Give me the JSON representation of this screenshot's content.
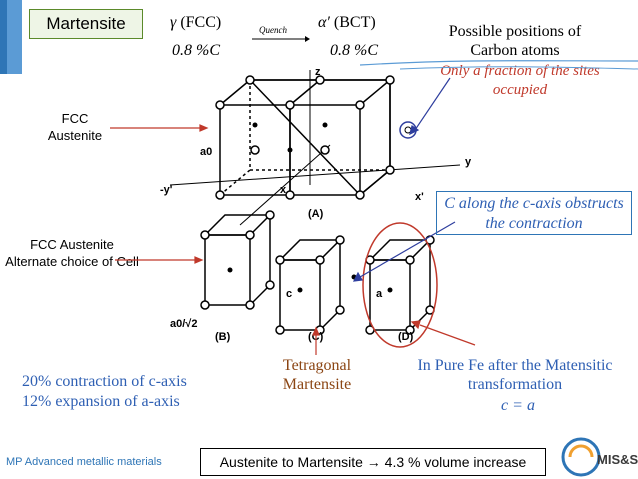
{
  "slide": {
    "title": "Martensite",
    "equation": {
      "gamma": "γ",
      "left_phase": "(FCC)",
      "arrow_label": "Quench",
      "alpha": "α′",
      "right_phase": "(BCT)",
      "left_carbon": "0.8 %C",
      "right_carbon": "0.8 %C"
    },
    "possible_positions": "Possible positions of Carbon atoms",
    "fraction_note": "Only a fraction of the sites occupied",
    "label_fcc": "FCC Austenite",
    "label_fcc_alt": "FCC Austenite Alternate choice of Cell",
    "c_axis_note": "C along the c-axis obstructs the contraction",
    "tetragonal": "Tetragonal Martensite",
    "pure_fe": "In Pure Fe after the Matensitic transformation",
    "c_eq_a": "c = a",
    "contraction": "20% contraction of c-axis",
    "expansion": "12% expansion of a-axis",
    "footer_course": "MP Advanced metallic materials",
    "footer_summary": "Austenite to Martensite → 4.3 % volume increase",
    "logo": "MIS&S"
  },
  "figure_labels": {
    "a": "(A)",
    "b": "(B)",
    "c": "(C)",
    "d": "(D)",
    "z": "z",
    "y": "y",
    "neg_y": "-y'",
    "x": "x",
    "x_prime": "x'",
    "a0": "a0",
    "a0_root2": "a0/√2",
    "c_small": "c",
    "a_small": "a"
  },
  "colors": {
    "accent_blue": "#2e75b6",
    "title_border": "#5b8a2a",
    "red_note": "#c0392b",
    "brown": "#8b4513"
  }
}
